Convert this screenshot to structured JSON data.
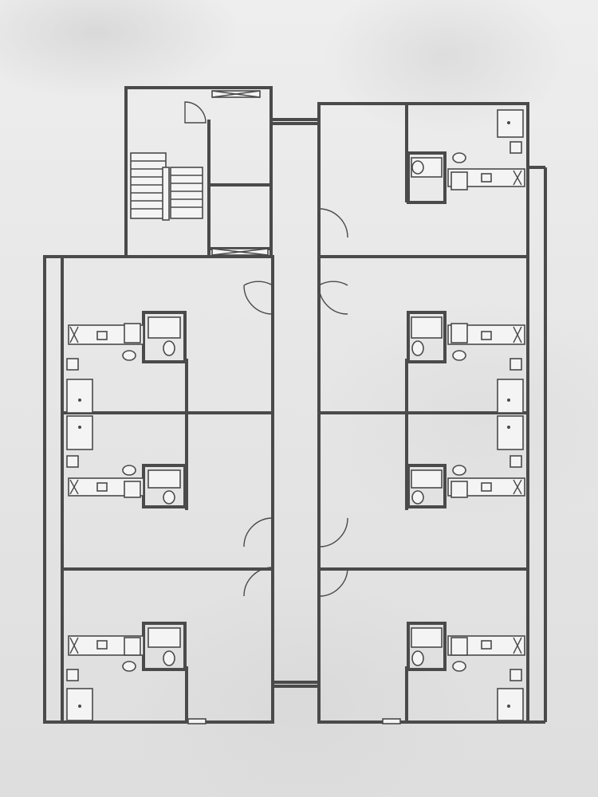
{
  "plan": {
    "colors": {
      "wall": "#4a4a4a",
      "paper": "#e6e6e6",
      "fixture_fill": "#f4f4f4"
    },
    "elements": [
      "stairwell",
      "central-corridor",
      "dormitory-units",
      "bathroom-pods",
      "balconies",
      "doors"
    ],
    "unit_count": 7
  }
}
